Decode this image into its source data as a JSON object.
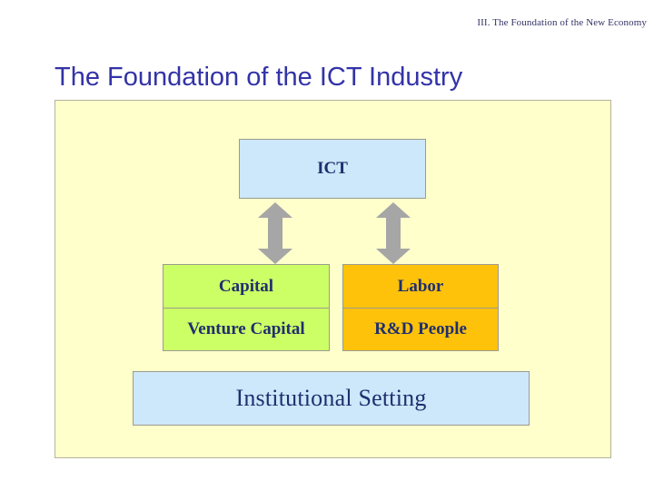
{
  "slide": {
    "running_head": "III. The Foundation of the New Economy",
    "title": "The Foundation of the ICT Industry"
  },
  "diagram": {
    "top_node": {
      "label": "ICT",
      "color": "#cce8fa"
    },
    "columns": [
      {
        "name": "capital-column",
        "color": "#ccff66",
        "cells": [
          {
            "label": "Capital"
          },
          {
            "label": "Venture Capital"
          }
        ]
      },
      {
        "name": "labor-column",
        "color": "#ffc20a",
        "cells": [
          {
            "label": "Labor"
          },
          {
            "label": "R&D People"
          }
        ]
      }
    ],
    "connectors": [
      {
        "name": "arrow-ict-to-capital",
        "type": "double-headed-arrow",
        "color": "#a6a6a6"
      },
      {
        "name": "arrow-ict-to-labor",
        "type": "double-headed-arrow",
        "color": "#a6a6a6"
      }
    ],
    "base_node": {
      "label": "Institutional Setting",
      "color": "#cce8fa"
    },
    "panel_color": "#ffffcc",
    "text_color": "#1f2f6e",
    "title_color": "#3333a8"
  }
}
